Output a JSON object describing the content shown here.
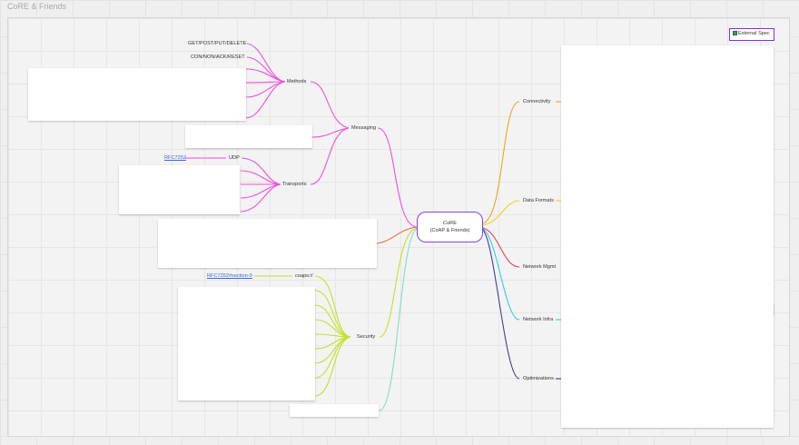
{
  "board": {
    "title": "CoRE & Friends"
  },
  "root": {
    "line1": "CoRE",
    "line2": "(CoAP & Friends)"
  },
  "external": {
    "label": "External Spec"
  },
  "branches": {
    "messaging": "Messaging",
    "methods": "Methods",
    "transports": "Transports",
    "security": "Security",
    "connectivity": "Connectivity",
    "data_formats": "Data Formats",
    "network_mgmt": "Network Mgmt",
    "network_infra": "Network Infra",
    "optimizations": "Optimizations"
  },
  "leaves": {
    "methods_verbs": "GET/POST/PUT/DELETE",
    "message_types": "CON/NON/ACK/RESET",
    "udp": "UDP",
    "coaps": "coaps://"
  },
  "links": {
    "rfc7252": "RFC7252",
    "rfc7252_sec9": "RFC7252#section-9"
  },
  "colors": {
    "magenta": "#f24ee0",
    "lime": "#c3e02a",
    "orange": "#f2a21c",
    "yellow": "#f0d21a",
    "red": "#ee3d5c",
    "cyan": "#2ed0e6",
    "navy": "#3e3ea8",
    "teal": "#7fdccf",
    "coral": "#f26b3a",
    "purple": "#8a2be2"
  }
}
